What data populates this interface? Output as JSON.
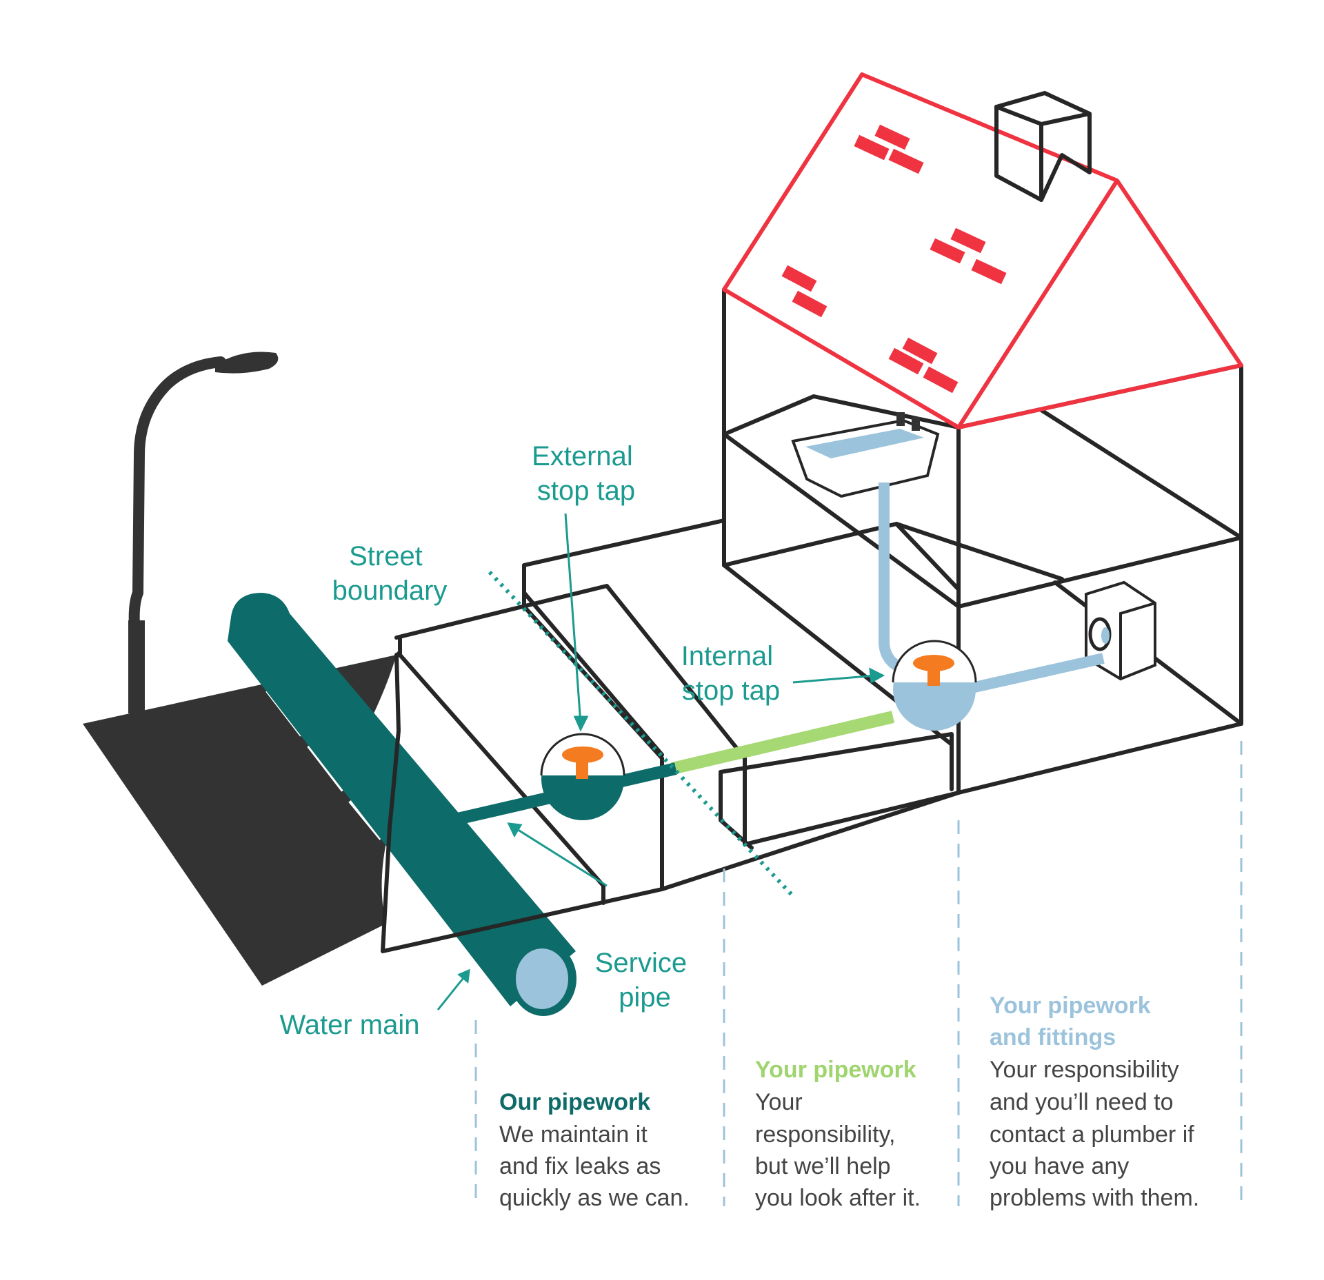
{
  "labels": {
    "external_stop_tap": [
      "External",
      "stop tap"
    ],
    "street_boundary": [
      "Street",
      "boundary"
    ],
    "internal_stop_tap": [
      "Internal",
      "stop tap"
    ],
    "service_pipe": [
      "Service",
      "pipe"
    ],
    "water_main": "Water main"
  },
  "sections": [
    {
      "heading": "Our pipework",
      "heading_color": "#0f6b69",
      "body": [
        "We maintain it",
        "and fix leaks as",
        "quickly as we can."
      ]
    },
    {
      "heading": "Your pipework",
      "heading_color": "#9fd46f",
      "body": [
        "Your",
        "responsibility,",
        "but we’ll help",
        "you look after it."
      ]
    },
    {
      "heading": [
        "Your pipework",
        "and fittings"
      ],
      "heading_color": "#9cc3dc",
      "body": [
        "Your responsibility",
        "and you’ll need to",
        "contact a plumber if",
        "you have any",
        "problems with them."
      ]
    }
  ],
  "colors": {
    "our_pipe": "#0d6b69",
    "your_pipe": "#a6d873",
    "fittings_pipe": "#9cc3dc",
    "roof": "#ef3340",
    "valve": "#f47b20",
    "road": "#333333"
  },
  "icons": [
    "street-lamp-icon",
    "bath-icon",
    "washing-machine-icon",
    "stop-tap-valve-icon",
    "chimney-icon"
  ]
}
